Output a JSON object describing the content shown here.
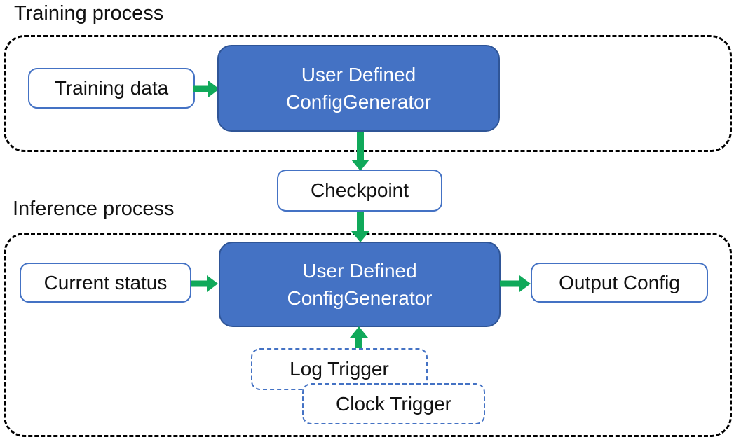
{
  "titles": {
    "training": "Training process",
    "inference": "Inference process"
  },
  "nodes": {
    "training_data": "Training data",
    "generator_line1": "User Defined",
    "generator_line2": "ConfigGenerator",
    "checkpoint": "Checkpoint",
    "current_status": "Current status",
    "output_config": "Output Config",
    "log_trigger": "Log Trigger",
    "clock_trigger": "Clock Trigger"
  },
  "colors": {
    "box_fill": "#4472C4",
    "box_border": "#2F5597",
    "light_border": "#4472C4",
    "arrow_green": "#10A95A",
    "container_border": "#000000",
    "text_dark": "#111111",
    "text_light": "#FFFFFF"
  }
}
